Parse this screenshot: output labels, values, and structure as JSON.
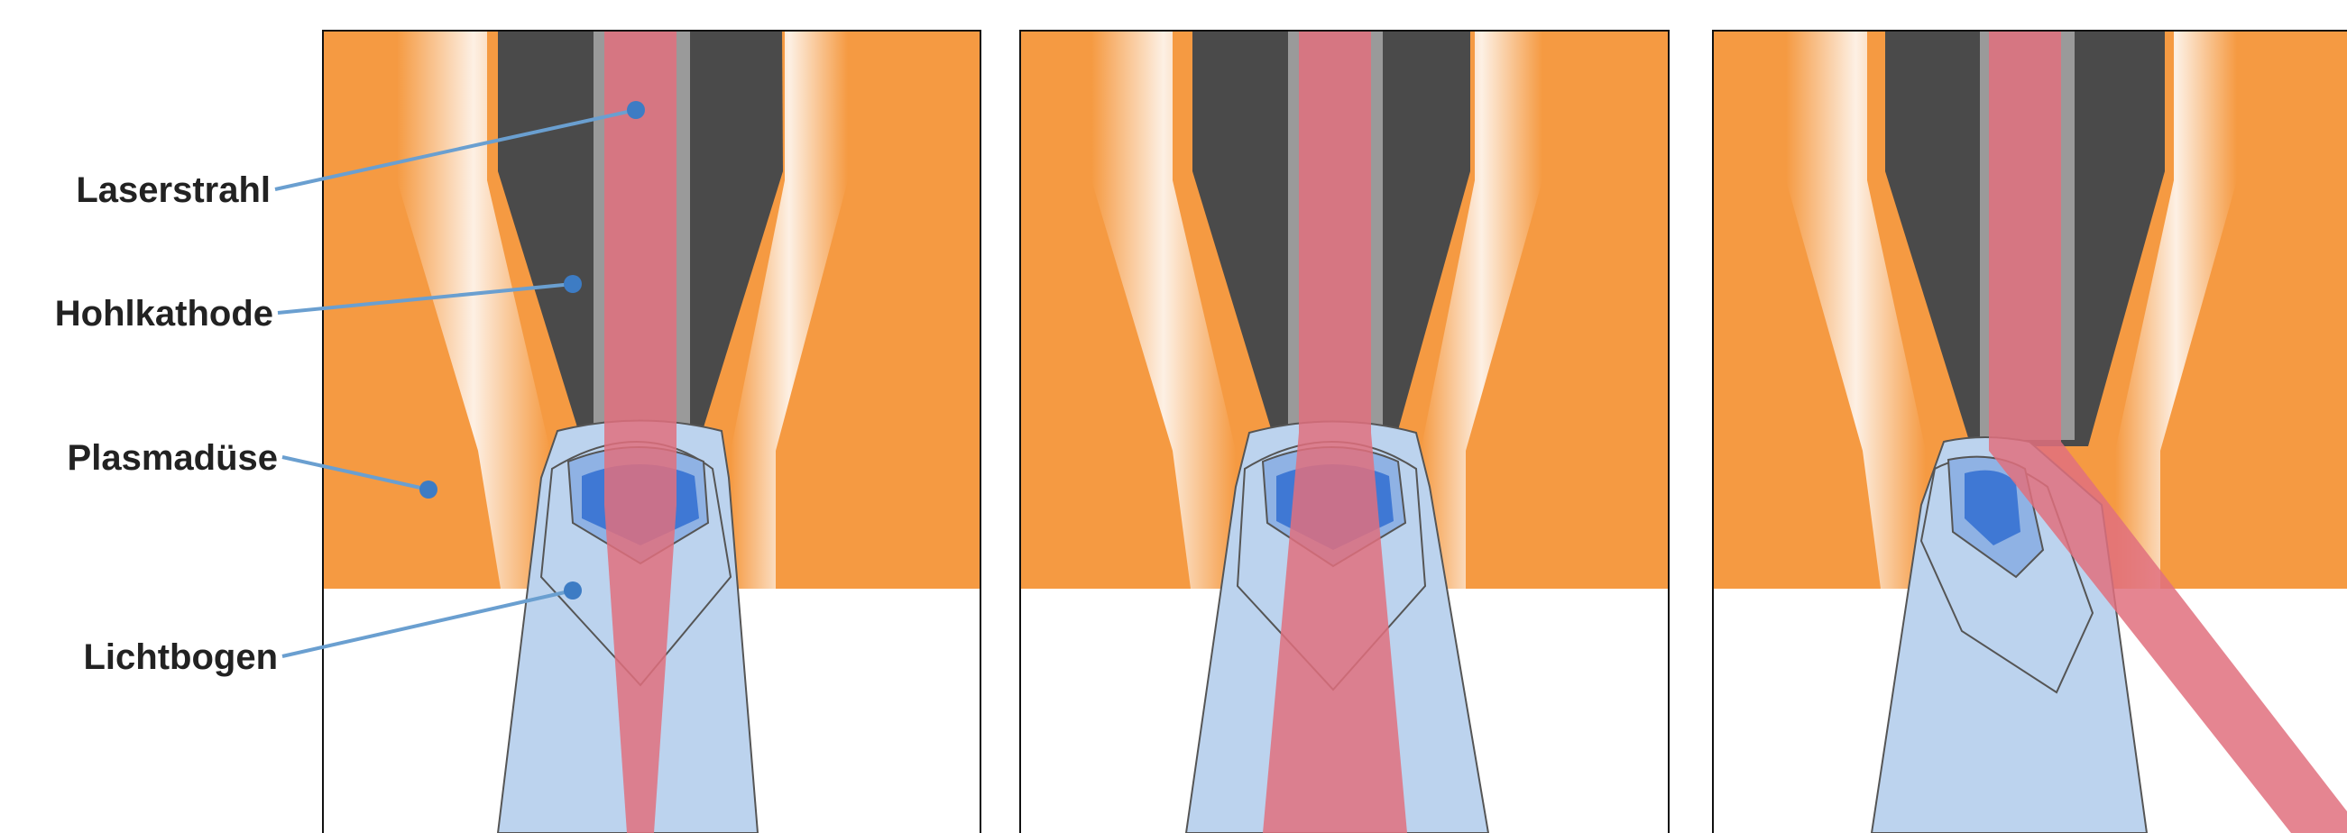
{
  "labels": {
    "laser_beam": "Laserstrahl",
    "hollow_cathode": "Hohlkathode",
    "plasma_nozzle": "Plasmadüse",
    "arc": "Lichtbogen"
  },
  "panels": [
    {
      "id": "panel-1",
      "beam": "coaxial"
    },
    {
      "id": "panel-2",
      "beam": "coaxial-wide"
    },
    {
      "id": "panel-3",
      "beam": "tilted"
    }
  ],
  "colors": {
    "nozzle": "#f59a42",
    "nozzle_channel": "#fbe6d2",
    "cathode": "#4a4a4a",
    "laser": "#e0707e",
    "arc_outer": "#bcd3ee",
    "arc_mid": "#8fb2e4",
    "arc_core": "#3f78d4",
    "marker": "#3d7cc4",
    "leader": "#6a9fd0",
    "frame": "#111111"
  }
}
